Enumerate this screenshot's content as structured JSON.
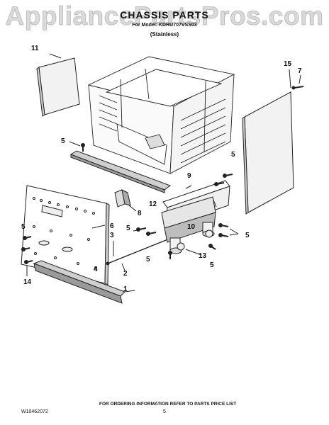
{
  "watermark": "AppliancePartsPros.com",
  "header": {
    "title": "CHASSIS PARTS",
    "model_line": "For Model: KDRU707VSS03",
    "variant": "(Stainless)"
  },
  "callouts": [
    "11",
    "15",
    "7",
    "5",
    "9",
    "5",
    "12",
    "8",
    "6",
    "10",
    "5",
    "3",
    "5",
    "5",
    "4",
    "2",
    "13",
    "5",
    "14",
    "5",
    "1"
  ],
  "footer": {
    "ordering_note": "FOR ORDERING INFORMATION REFER TO PARTS PRICE LIST",
    "doc_number": "W10462072",
    "page_number": "5"
  },
  "colors": {
    "line": "#222222",
    "shade": "#9a9a9a",
    "light": "#e6e6e6"
  }
}
